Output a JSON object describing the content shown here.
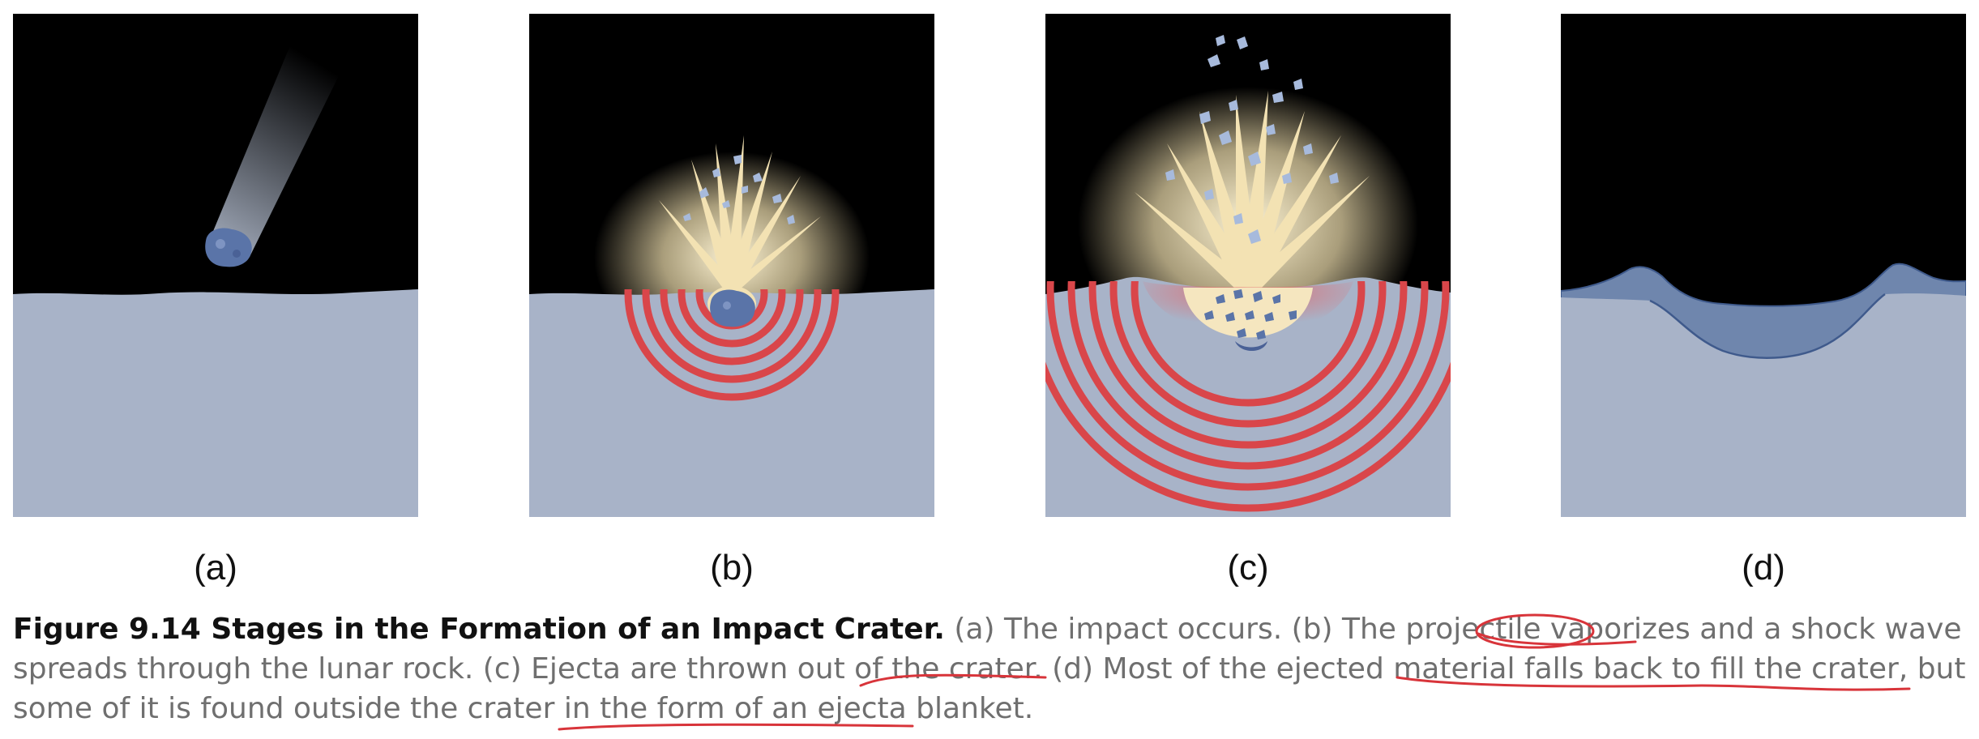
{
  "panels": [
    {
      "id": "a",
      "label": "(a)"
    },
    {
      "id": "b",
      "label": "(b)"
    },
    {
      "id": "c",
      "label": "(c)"
    },
    {
      "id": "d",
      "label": "(d)"
    }
  ],
  "caption": {
    "bold": "Figure 9.14 Stages in the Formation of an Impact Crater.",
    "line1_rest": " (a) The impact occurs. (b) The projectile vaporizes and a shock wave",
    "line2": "spreads through the lunar rock. (c) Ejecta are thrown out of the crater. (d) Most of the ejected material falls back to fill the crater, but",
    "line3": "some of it is found outside the crater in the form of an ejecta blanket."
  },
  "colors": {
    "sky": "#000000",
    "ground": "#a8b3c8",
    "fill_material": "#6f86ad",
    "shock_ring": "#d9464a",
    "glow": "#f5e6bf",
    "rock": "#5a74a8",
    "annotation_ink": "#d8343a"
  },
  "icons": [
    "meteor-icon",
    "explosion-icon",
    "shock-ring-icon",
    "ejecta-icon",
    "crater-icon"
  ]
}
